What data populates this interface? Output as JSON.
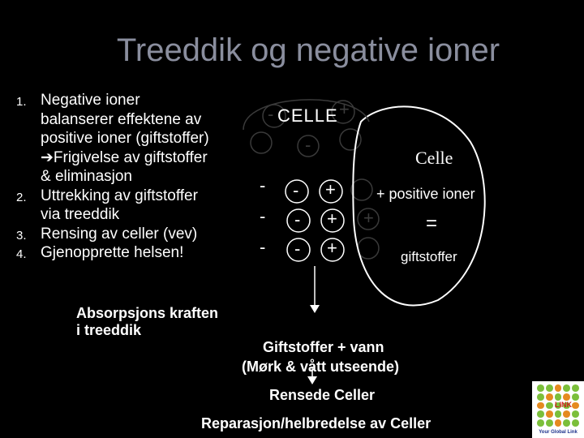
{
  "title": "Treeddik og negative ioner",
  "list": [
    {
      "num": "1.",
      "lines": [
        "Negative ioner",
        "balanserer effektene av",
        "positive ioner (giftstoffer)",
        "➔Frigivelse av giftstoffer",
        "& eliminasjon"
      ]
    },
    {
      "num": "2.",
      "lines": [
        "Uttrekking av giftstoffer",
        "via treeddik"
      ]
    },
    {
      "num": "3.",
      "lines": [
        "Rensing av celler (vev)"
      ]
    },
    {
      "num": "4.",
      "lines": [
        "Gjenopprette helsen!"
      ]
    }
  ],
  "absorption": [
    "Absorpsjons kraften",
    "i treeddik"
  ],
  "celle_inline": "CELLE",
  "celle_label": "Celle",
  "pos_ioner": "+ positive ioner",
  "equals": "=",
  "giftstoffer": "giftstoffer",
  "giftstoffer_vann": "Giftstoffer + vann",
  "mork": "(Mørk & vått utseende)",
  "rensede": "Rensede Celler",
  "reparasjon": "Reparasjon/helbredelse av Celler",
  "ions": {
    "minus": "-",
    "plus": "+"
  },
  "logo": {
    "brand": "LINK",
    "tagline": "Your Global Link"
  },
  "colors": {
    "background": "#000000",
    "title": "#8a8e9e",
    "text": "#ffffff",
    "logo_green": "#7bbf3a",
    "logo_orange": "#e58a1f",
    "logo_red": "#d01e1e"
  }
}
